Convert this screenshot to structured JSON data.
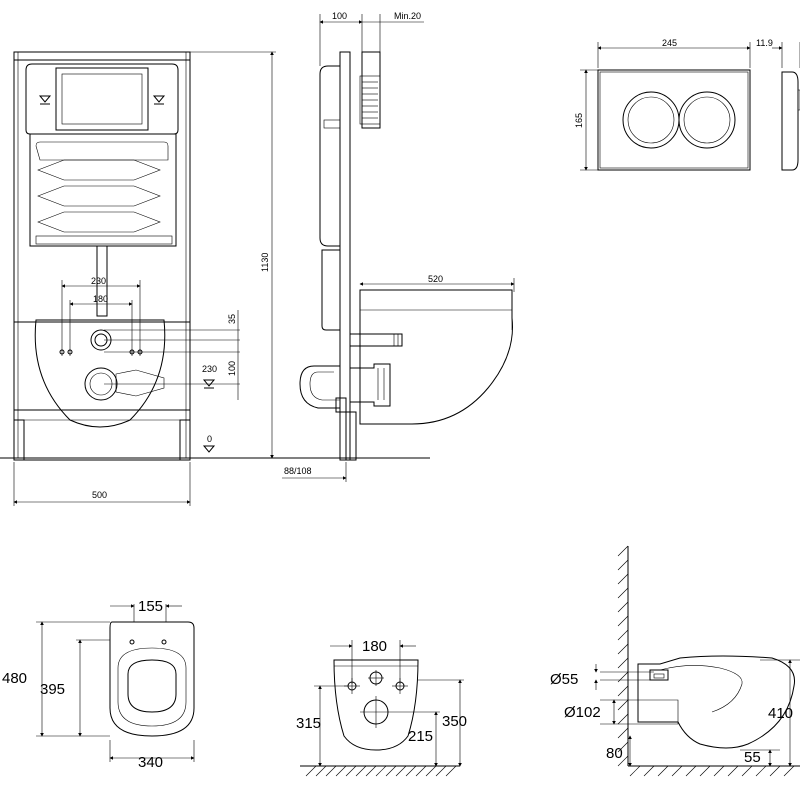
{
  "frame_front": {
    "width_dim": "500",
    "height_dim": "1130",
    "bolt_outer": "230",
    "bolt_inner": "180",
    "dim_35": "35",
    "dim_100": "100",
    "dim_230": "230",
    "level_zero": "0"
  },
  "frame_side": {
    "depth": "100",
    "min_gap": "Min.20",
    "bowl_length": "520",
    "wall_offset": "88/108"
  },
  "flush_plate": {
    "width": "245",
    "height": "165",
    "thickness": "11.9"
  },
  "toilet_top": {
    "rim_width": "155",
    "length": "480",
    "seat_len": "395",
    "width": "340"
  },
  "toilet_back": {
    "bolt_spacing": "180",
    "height_left": "315",
    "outlet_height": "215",
    "height_right": "350"
  },
  "toilet_side": {
    "inlet_diam": "Ø55",
    "outlet_diam": "Ø102",
    "outlet_h": "80",
    "height": "410",
    "floor_gap": "55"
  }
}
